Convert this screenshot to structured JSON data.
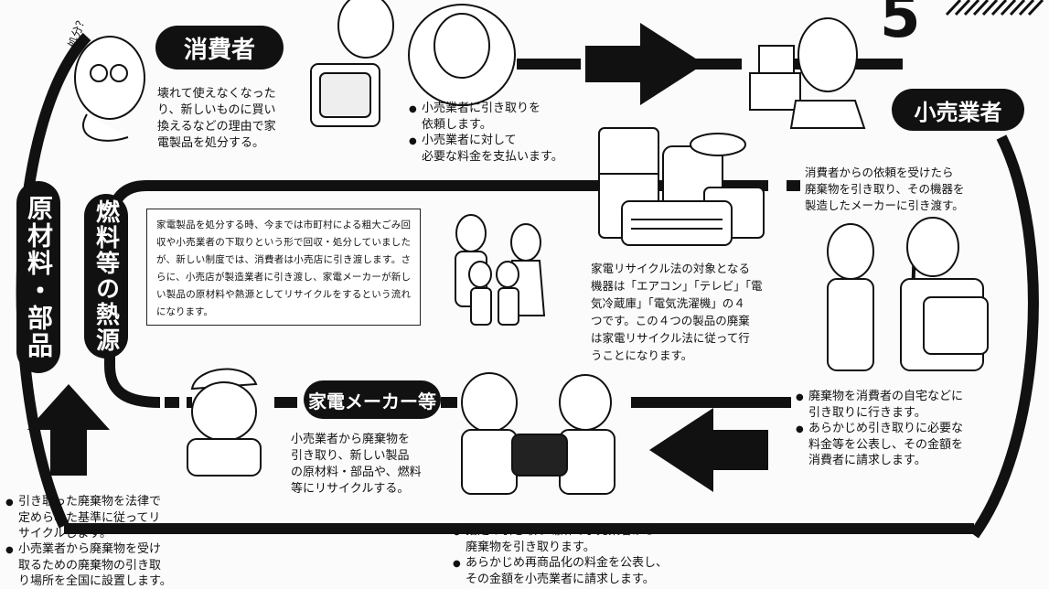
{
  "page_number": "5",
  "labels": {
    "consumer": "消費者",
    "retailer": "小売業者",
    "manufacturer": "家電メーカー等",
    "raw_materials": "原材料・部品",
    "fuel_heat": "燃料等の熱源",
    "dispose_mark": "処分？"
  },
  "consumer_desc": "壊れて使えなくなった\nり、新しいものに買い\n換えるなどの理由で家\n電製品を処分する。",
  "consumer_actions": [
    "小売業者に引き取りを\n依頼します。",
    "小売業者に対して\n必要な料金を支払います。"
  ],
  "retailer_desc": "消費者からの依頼を受けたら\n廃棄物を引き取り、その機器を\n製造したメーカーに引き渡す。",
  "retailer_actions": [
    "廃棄物を消費者の自宅などに\n引き取りに行きます。",
    "あらかじめ引き取りに必要な\n料金等を公表し、その金額を\n消費者に請求します。"
  ],
  "law_desc": "家電リサイクル法の対象となる\n機器は「エアコン」「テレビ」「電\n気冷蔵庫」「電気洗濯機」の４\nつです。この４つの製品の廃棄\nは家電リサイクル法に従って行\nうことになります。",
  "center_explanation": "家電製品を処分する時、今までは市町村による粗大ごみ回収や小売業者の下取りという形で回収・処分していましたが、新しい制度では、消費者は小売店に引き渡します。さらに、小売店が製造業者に引き渡し、家電メーカーが新しい製品の原材料や熱源としてリサイクルをするという流れになります。",
  "manufacturer_desc": "小売業者から廃棄物を\n引き取り、新しい製品\nの原材料・部品や、燃料\n等にリサイクルする。",
  "designated_actions": [
    "指定の引き取り場所で小売業者から\n廃棄物を引き取ります。",
    "あらかじめ再商品化の料金を公表し、\nその金額を小売業者に請求します。"
  ],
  "recycle_actions": [
    "引き取った廃棄物を法律で\n定められた基準に従ってリ\nサイクルします。",
    "小売業者から廃棄物を受け\n取るための廃棄物の引き取\nり場所を全国に設置します。"
  ]
}
